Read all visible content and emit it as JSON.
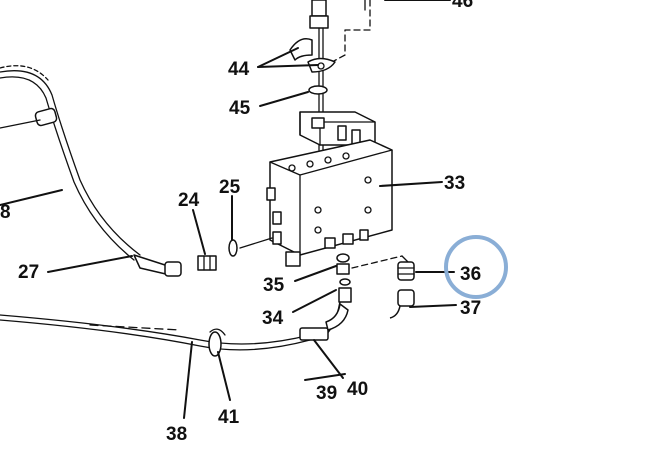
{
  "labels": {
    "l46": "46",
    "l44": "44",
    "l45": "45",
    "l33": "33",
    "l24": "24",
    "l25": "25",
    "l27": "27",
    "l35": "35",
    "l34": "34",
    "l36": "36",
    "l37": "37",
    "l38": "38",
    "l39": "39",
    "l40": "40",
    "l41": "41",
    "l28": "8"
  },
  "highlight": {
    "part": "36",
    "color": "#8aaed6"
  }
}
